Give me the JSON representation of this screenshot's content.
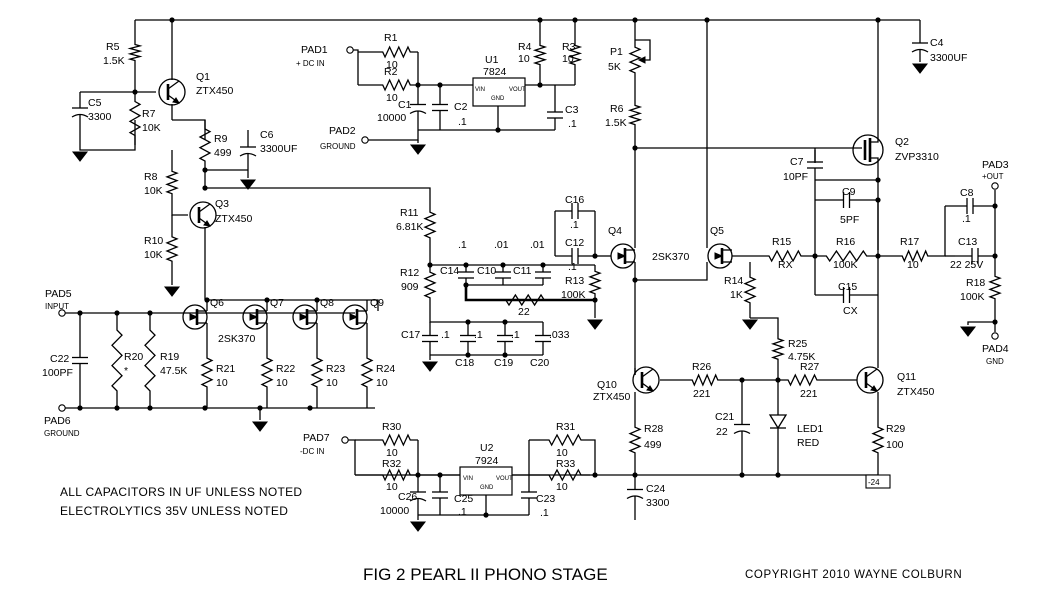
{
  "figure_title": "FIG 2  PEARL II PHONO STAGE",
  "copyright": "COPYRIGHT 2010 WAYNE COLBURN",
  "notes": [
    "ALL CAPACITORS IN UF UNLESS NOTED",
    "ELECTROLYTICS 35V UNLESS NOTED"
  ],
  "supply_box": "-24",
  "pads": [
    {
      "ref": "PAD1",
      "desc": "+ DC IN"
    },
    {
      "ref": "PAD2",
      "desc": "GROUND"
    },
    {
      "ref": "PAD3",
      "desc": "+OUT"
    },
    {
      "ref": "PAD4",
      "desc": "GND"
    },
    {
      "ref": "PAD5",
      "desc": "INPUT"
    },
    {
      "ref": "PAD6",
      "desc": "GROUND"
    },
    {
      "ref": "PAD7",
      "desc": "-DC IN"
    }
  ],
  "regulators": [
    {
      "ref": "U1",
      "part": "7824",
      "pins": [
        "VIN",
        "VOUT",
        "GND"
      ]
    },
    {
      "ref": "U2",
      "part": "7924",
      "pins": [
        "VIN",
        "VOUT",
        "GND"
      ]
    }
  ],
  "components": [
    {
      "ref": "R1",
      "value": "10"
    },
    {
      "ref": "R2",
      "value": "10"
    },
    {
      "ref": "R3",
      "value": "10"
    },
    {
      "ref": "R4",
      "value": "10"
    },
    {
      "ref": "R5",
      "value": "1.5K"
    },
    {
      "ref": "R6",
      "value": "1.5K"
    },
    {
      "ref": "R7",
      "value": "10K"
    },
    {
      "ref": "R8",
      "value": "10K"
    },
    {
      "ref": "R9",
      "value": "499"
    },
    {
      "ref": "R10",
      "value": "10K"
    },
    {
      "ref": "R11",
      "value": "6.81K"
    },
    {
      "ref": "R12",
      "value": "909"
    },
    {
      "ref": "R13",
      "value": "100K"
    },
    {
      "ref": "R14",
      "value": "1K"
    },
    {
      "ref": "R15",
      "value": "RX"
    },
    {
      "ref": "R16",
      "value": "100K"
    },
    {
      "ref": "R17",
      "value": "10"
    },
    {
      "ref": "R18",
      "value": "100K"
    },
    {
      "ref": "R19",
      "value": "47.5K"
    },
    {
      "ref": "R20",
      "value": "*"
    },
    {
      "ref": "R21",
      "value": "10"
    },
    {
      "ref": "R22",
      "value": "10"
    },
    {
      "ref": "R23",
      "value": "10"
    },
    {
      "ref": "R24",
      "value": "10"
    },
    {
      "ref": "R25",
      "value": "4.75K"
    },
    {
      "ref": "R26",
      "value": "221"
    },
    {
      "ref": "R27",
      "value": "221"
    },
    {
      "ref": "R28",
      "value": "499"
    },
    {
      "ref": "R29",
      "value": "100"
    },
    {
      "ref": "R30",
      "value": "10"
    },
    {
      "ref": "R31",
      "value": "10"
    },
    {
      "ref": "R32",
      "value": "10"
    },
    {
      "ref": "R33",
      "value": "10"
    },
    {
      "ref": "P1",
      "value": "5K"
    },
    {
      "ref": "C1",
      "value": "10000"
    },
    {
      "ref": "C2",
      "value": ".1"
    },
    {
      "ref": "C3",
      "value": ".1"
    },
    {
      "ref": "C4",
      "value": "3300UF"
    },
    {
      "ref": "C5",
      "value": "3300"
    },
    {
      "ref": "C6",
      "value": "3300UF"
    },
    {
      "ref": "C7",
      "value": "10PF"
    },
    {
      "ref": "C8",
      "value": ".1"
    },
    {
      "ref": "C9",
      "value": "5PF"
    },
    {
      "ref": "C12",
      "value": ".1"
    },
    {
      "ref": "C13",
      "value": "22 25V"
    },
    {
      "ref": "C15",
      "value": "CX"
    },
    {
      "ref": "C16",
      "value": ".1"
    },
    {
      "ref": "C17",
      "value": ".1"
    },
    {
      "ref": "C18",
      "value": ".1"
    },
    {
      "ref": "C19",
      "value": ".1"
    },
    {
      "ref": "C20",
      "value": ".033"
    },
    {
      "ref": "C21",
      "value": "22"
    },
    {
      "ref": "C22",
      "value": "100PF"
    },
    {
      "ref": "C23",
      "value": ".1"
    },
    {
      "ref": "C24",
      "value": "3300"
    },
    {
      "ref": "C25",
      "value": ".1"
    },
    {
      "ref": "C26",
      "value": "10000"
    },
    {
      "ref": "C10",
      "value": ".01"
    },
    {
      "ref": "C11",
      "value": ".01"
    },
    {
      "ref": "C14",
      "value": ".1"
    },
    {
      "ref": "Q1",
      "value": "ZTX450"
    },
    {
      "ref": "Q2",
      "value": "ZVP3310"
    },
    {
      "ref": "Q3",
      "value": "ZTX450"
    },
    {
      "ref": "Q10",
      "value": "ZTX450"
    },
    {
      "ref": "Q11",
      "value": "ZTX450"
    },
    {
      "ref": "LED1",
      "value": "RED"
    },
    {
      "ref": "Q4",
      "value": ""
    },
    {
      "ref": "Q5",
      "value": ""
    },
    {
      "ref": "Q6",
      "value": ""
    },
    {
      "ref": "Q7",
      "value": ""
    },
    {
      "ref": "Q8",
      "value": ""
    },
    {
      "ref": "Q9",
      "value": ""
    }
  ],
  "jfet_part": "2SK370",
  "jfet_part_2": "2SK370",
  "feedback_resistor": "22"
}
